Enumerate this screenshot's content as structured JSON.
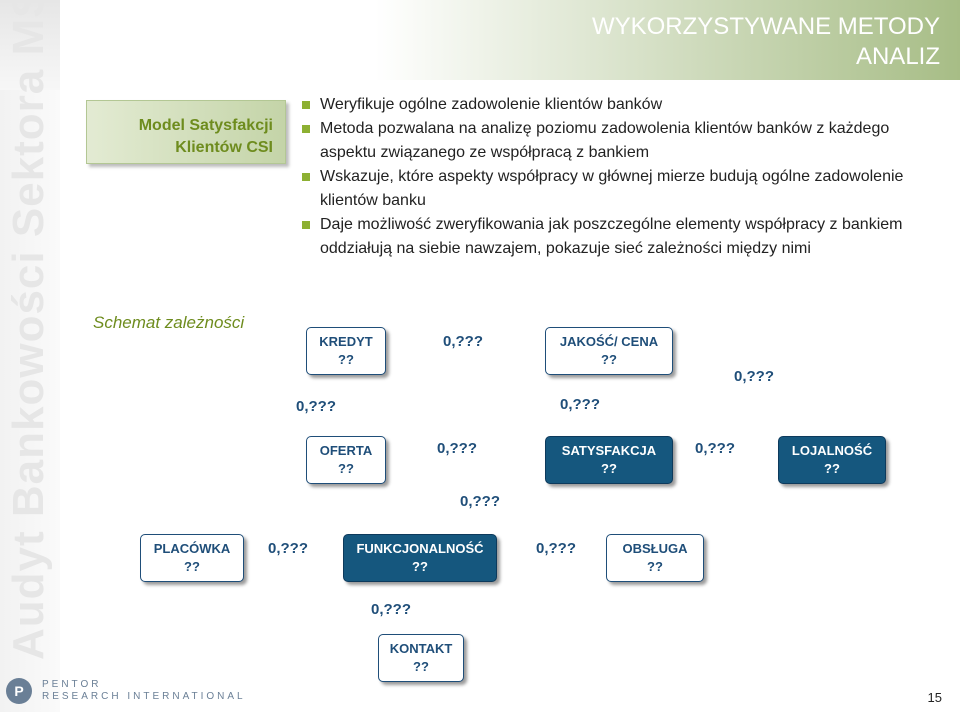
{
  "header": {
    "title_line1": "WYKORZYSTYWANE METODY",
    "title_line2": "ANALIZ",
    "side_text": "Audyt Bankowości Sektora MSP"
  },
  "section": {
    "label_line1": "Model Satysfakcji",
    "label_line2": "Klientów CSI",
    "schema_label": "Schemat zależności"
  },
  "bullets": [
    "Weryfikuje ogólne zadowolenie klientów banków",
    "Metoda pozwalana na analizę poziomu zadowolenia klientów banków z każdego aspektu związanego ze współpracą z bankiem",
    "Wskazuje, które aspekty współpracy w głównej mierze budują ogólne zadowolenie klientów banku",
    "Daje możliwość zweryfikowania jak poszczególne elementy współpracy z bankiem oddziałują na siebie nawzajem, pokazuje sieć zależności między nimi"
  ],
  "diagram": {
    "nodes": {
      "kredyt": {
        "label": "KREDYT",
        "value": "??"
      },
      "jakosc": {
        "label": "JAKOŚĆ/ CENA",
        "value": "??"
      },
      "oferta": {
        "label": "OFERTA",
        "value": "??"
      },
      "satysfakcja": {
        "label": "SATYSFAKCJA",
        "value": "??"
      },
      "lojalnosc": {
        "label": "LOJALNOŚĆ",
        "value": "??"
      },
      "placowka": {
        "label": "PLACÓWKA",
        "value": "??"
      },
      "funkcjonalnosc": {
        "label": "FUNKCJONALNOŚĆ",
        "value": "??"
      },
      "obsluga": {
        "label": "OBSŁUGA",
        "value": "??"
      },
      "kontakt": {
        "label": "KONTAKT",
        "value": "??"
      }
    },
    "coefficients": {
      "kredyt_jakosc": "0,???",
      "jakosc_lojalnosc": "0,???",
      "left_mid": "0,???",
      "mid_jakosc": "0,???",
      "oferta_satysfakcja": "0,???",
      "satysfakcja_lojalnosc": "0,???",
      "func_upper": "0,???",
      "placowka_func": "0,???",
      "func_obsluga": "0,???",
      "func_kontakt": "0,???"
    }
  },
  "footer": {
    "logo_mark": "P",
    "logo_line1": "PENTOR",
    "logo_line2": "RESEARCH INTERNATIONAL",
    "page_number": "15"
  }
}
